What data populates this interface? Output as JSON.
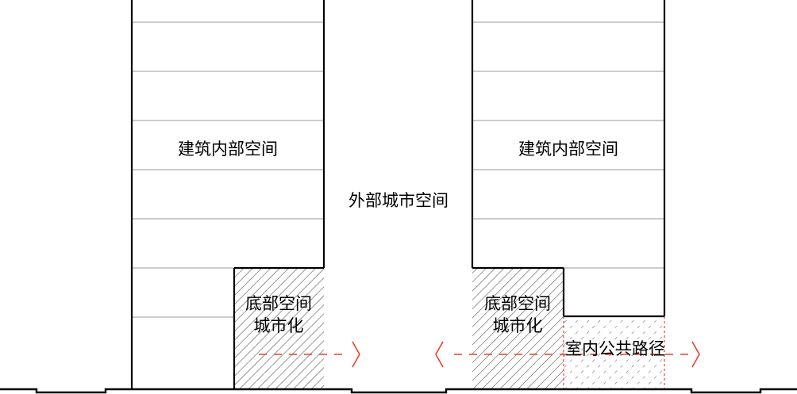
{
  "diagram": {
    "left_building": {
      "interior_label": "建筑内部空间",
      "urbanized_label_line1": "底部空间",
      "urbanized_label_line2": "城市化"
    },
    "center_label": "外部城市空间",
    "right_building": {
      "interior_label": "建筑内部空间",
      "urbanized_label_line1": "底部空间",
      "urbanized_label_line2": "城市化",
      "path_label": "室内公共路径"
    },
    "colors": {
      "outline": "#000000",
      "floor_lines": "#9a9a9a",
      "hatch": "#555555",
      "path_accent": "#e8412c"
    }
  }
}
